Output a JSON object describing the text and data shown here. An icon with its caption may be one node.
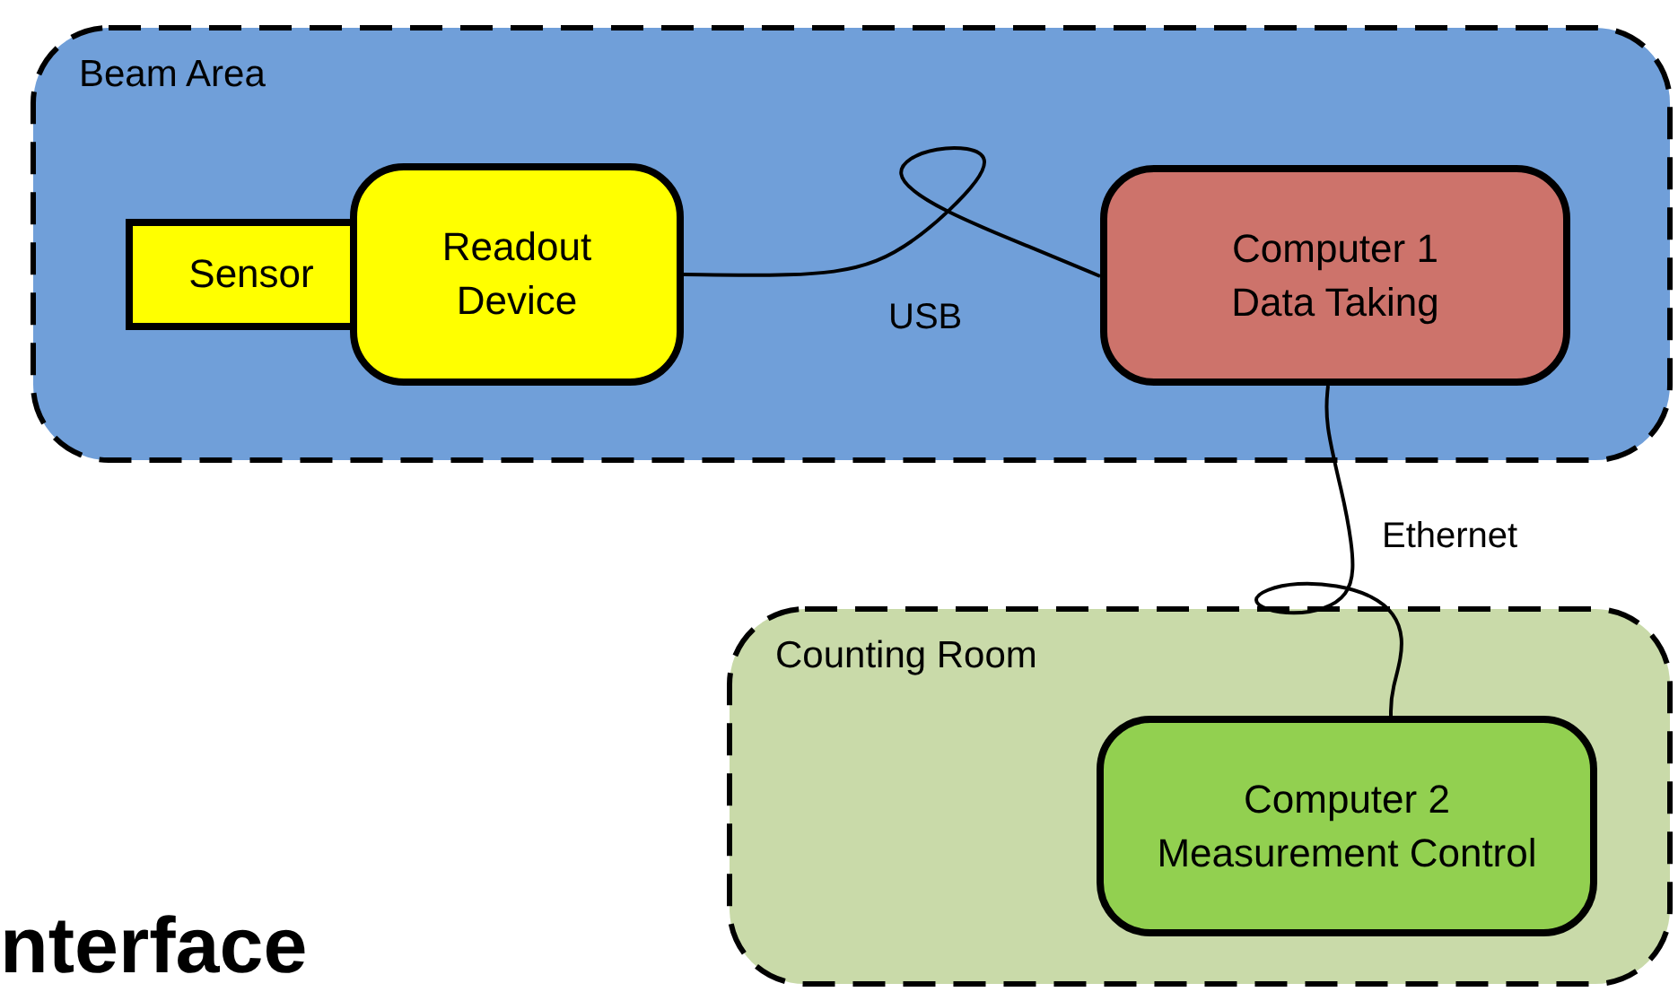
{
  "diagram": {
    "nodes": [
      {
        "text": [
          "Beam Area"
        ]
      },
      {
        "text": [
          "Sensor"
        ],
        "in": 0
      },
      {
        "text": [
          "Readout Device"
        ],
        "in": 0
      },
      {
        "text": [
          "Computer 1 Data Taking"
        ],
        "in": 0
      },
      {
        "text": [
          "Counting Room"
        ]
      },
      {
        "text": [
          "Computer 2 Measurement Control"
        ],
        "in": 4
      }
    ],
    "edges": [
      {
        "from": 2,
        "to": 3,
        "arrow": "none",
        "label": "USB"
      },
      {
        "from": 3,
        "to": 5,
        "arrow": "none",
        "label": "Ethernet"
      }
    ],
    "labels": [
      "nterface"
    ]
  }
}
